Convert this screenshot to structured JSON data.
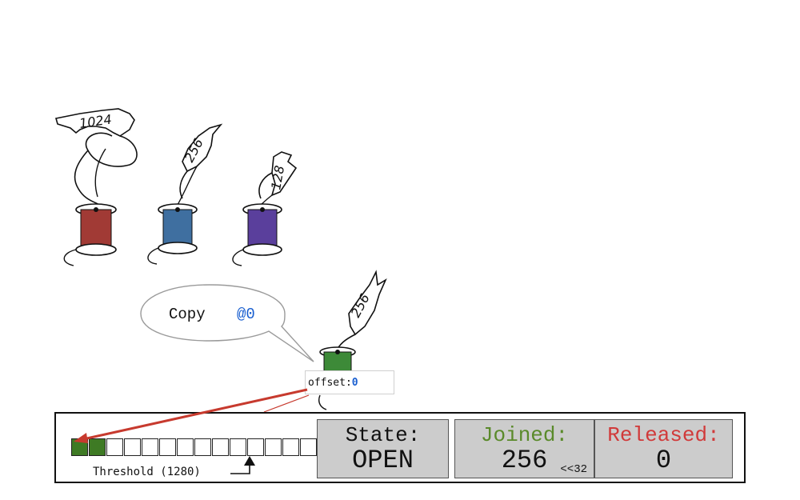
{
  "spools": [
    {
      "label": "1024",
      "color": "#a13a35"
    },
    {
      "label": "256",
      "color": "#3f6fa0"
    },
    {
      "label": "128",
      "color": "#5a3f9c"
    },
    {
      "label": "256",
      "color": "#3d8a38"
    }
  ],
  "bubble": {
    "action": "Copy",
    "at": "@0"
  },
  "offset": {
    "label": "offset:",
    "value": "0"
  },
  "buffer": {
    "total_cells": 14,
    "filled_cells": 2,
    "threshold_label": "Threshold (1280)"
  },
  "state": {
    "label": "State:",
    "value": "OPEN"
  },
  "joined": {
    "label": "Joined:",
    "value": "256",
    "shift": "<<32"
  },
  "released": {
    "label": "Released:",
    "value": "0"
  },
  "colors": {
    "joined": "#5a8a2a",
    "released": "#d13a3a",
    "arrow": "#c73a2e",
    "filled_cell": "#3e7a24",
    "bubble_at": "#1a5fd0"
  }
}
